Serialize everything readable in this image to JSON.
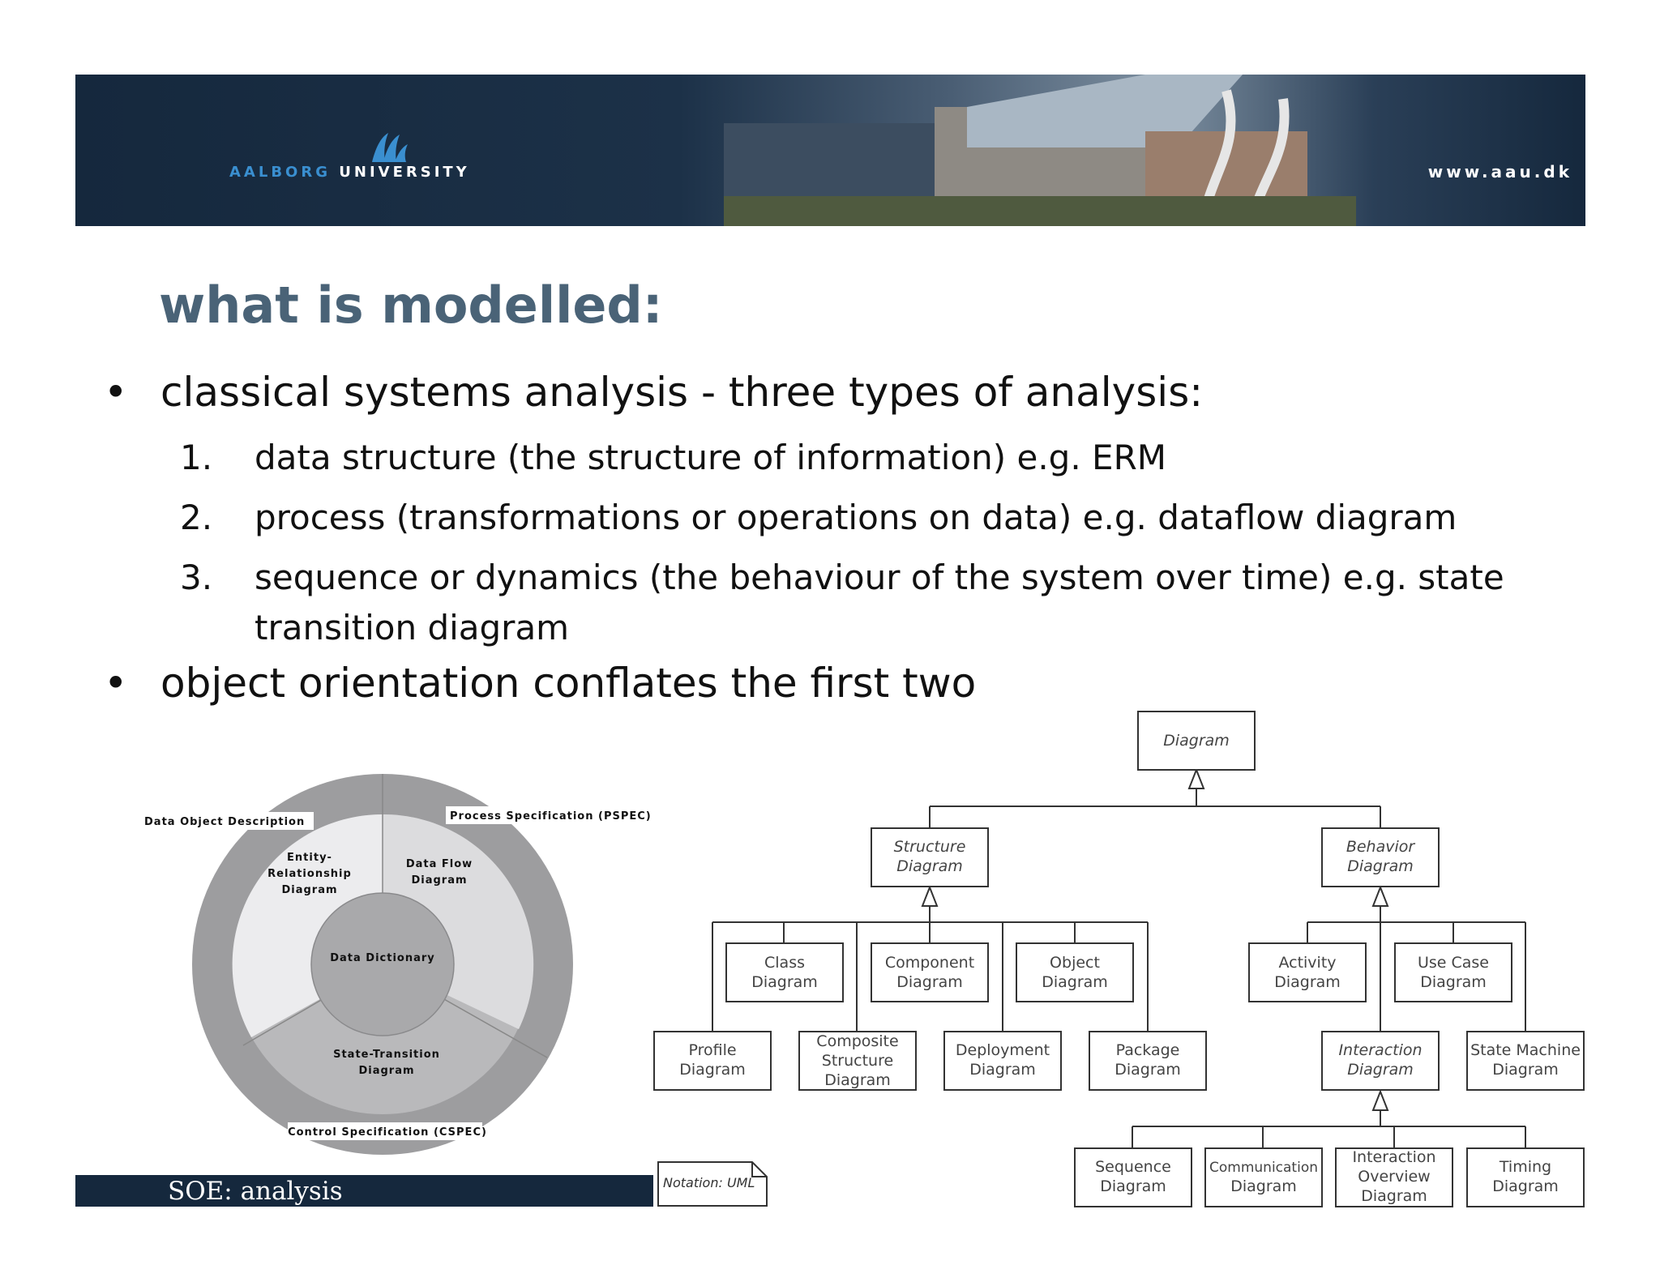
{
  "banner": {
    "brand_part1": "AALBORG",
    "brand_part2": "UNIVERSITY",
    "url": "www.aau.dk"
  },
  "title": "what is modelled:",
  "bullets": [
    "classical systems analysis - three types of analysis:",
    "object orientation conflates the first two"
  ],
  "numbered": [
    {
      "num": "1.",
      "line1": "data structure (the structure of information) e.g. ERM",
      "line2": ""
    },
    {
      "num": "2.",
      "line1": "process (transformations or operations on data) e.g. dataflow diagram",
      "line2": ""
    },
    {
      "num": "3.",
      "line1": "sequence or dynamics (the behaviour of the system over time) e.g. state",
      "line2": "transition diagram"
    }
  ],
  "wheel": {
    "data_object_description": "Data Object Description",
    "process_specification": "Process Specification (PSPEC)",
    "control_specification": "Control Specification (CSPEC)",
    "erd_l1": "Entity-",
    "erd_l2": "Relationship",
    "erd_l3": "Diagram",
    "dfd_l1": "Data Flow",
    "dfd_l2": "Diagram",
    "dictionary": "Data Dictionary",
    "std_l1": "State-Transition",
    "std_l2": "Diagram"
  },
  "uml": {
    "root": "Diagram",
    "structure": [
      "Structure",
      "Diagram"
    ],
    "behavior": [
      "Behavior",
      "Diagram"
    ],
    "class": [
      "Class",
      "Diagram"
    ],
    "component": [
      "Component",
      "Diagram"
    ],
    "object": [
      "Object",
      "Diagram"
    ],
    "profile": [
      "Profile",
      "Diagram"
    ],
    "composite": [
      "Composite",
      "Structure",
      "Diagram"
    ],
    "deployment": [
      "Deployment",
      "Diagram"
    ],
    "package": [
      "Package",
      "Diagram"
    ],
    "activity": [
      "Activity",
      "Diagram"
    ],
    "usecase": [
      "Use Case",
      "Diagram"
    ],
    "interaction": [
      "Interaction",
      "Diagram"
    ],
    "statemachine": [
      "State Machine",
      "Diagram"
    ],
    "sequence": [
      "Sequence",
      "Diagram"
    ],
    "communication": [
      "Communication",
      "Diagram"
    ],
    "overview": [
      "Interaction",
      "Overview",
      "Diagram"
    ],
    "timing": [
      "Timing",
      "Diagram"
    ],
    "notation": "Notation: UML"
  },
  "footer": "SOE: analysis",
  "colors": {
    "banner_dark": "#15283d",
    "title": "#4a6377",
    "brand_blue": "#3a8fd0"
  }
}
